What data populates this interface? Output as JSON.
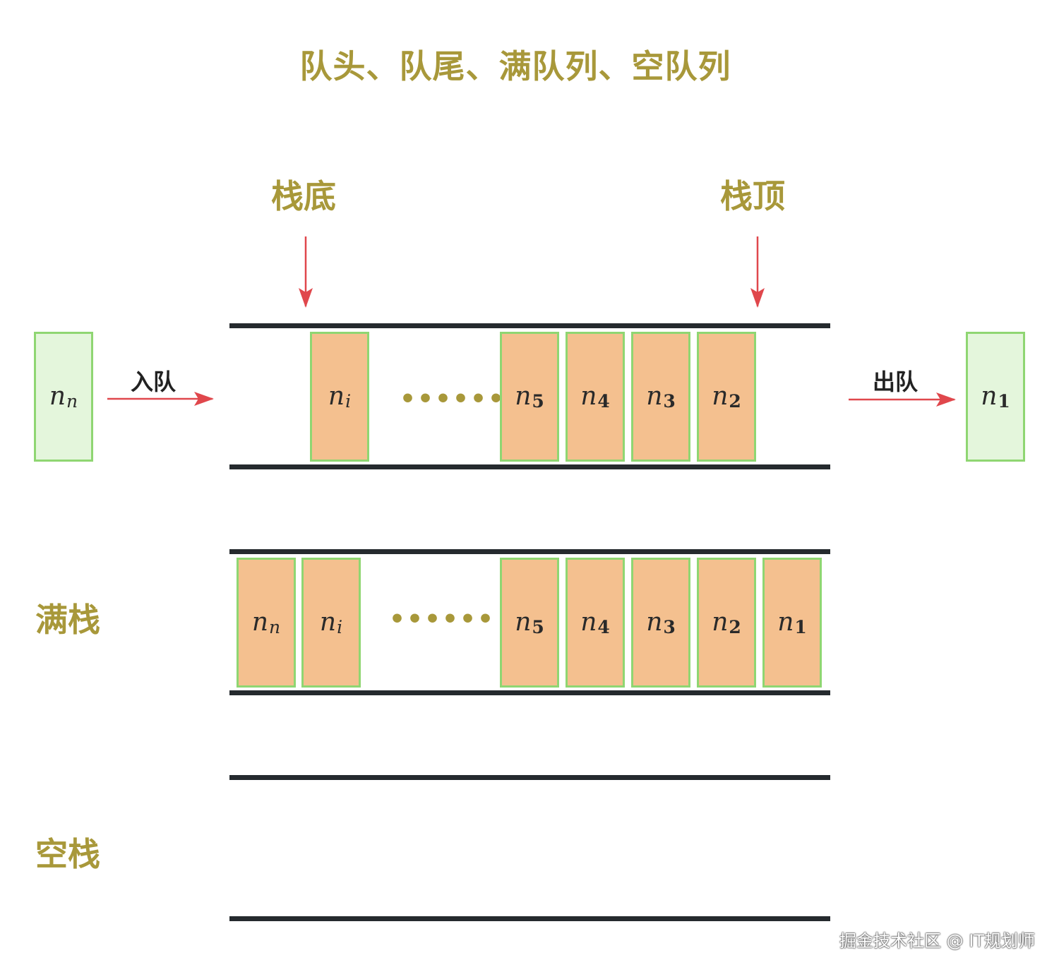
{
  "title": "队头、队尾、满队列、空队列",
  "pointers": {
    "bottom_label": "栈底",
    "top_label": "栈顶"
  },
  "operations": {
    "enqueue_label": "入队",
    "dequeue_label": "出队"
  },
  "queue": {
    "incoming": {
      "base": "n",
      "sub": "n"
    },
    "items": [
      {
        "base": "n",
        "sub": "i"
      },
      {
        "base": "n",
        "sub": "5"
      },
      {
        "base": "n",
        "sub": "4"
      },
      {
        "base": "n",
        "sub": "3"
      },
      {
        "base": "n",
        "sub": "2"
      }
    ],
    "outgoing": {
      "base": "n",
      "sub": "1"
    },
    "ellipsis": "••••••"
  },
  "full_stack": {
    "label": "满栈",
    "items": [
      {
        "base": "n",
        "sub": "n"
      },
      {
        "base": "n",
        "sub": "i"
      },
      {
        "base": "n",
        "sub": "5"
      },
      {
        "base": "n",
        "sub": "4"
      },
      {
        "base": "n",
        "sub": "3"
      },
      {
        "base": "n",
        "sub": "2"
      },
      {
        "base": "n",
        "sub": "1"
      }
    ],
    "ellipsis": "••••••"
  },
  "empty_stack": {
    "label": "空栈"
  },
  "watermark": "掘金技术社区 @ IT规划师",
  "colors": {
    "olive": "#a8983a",
    "orange_fill": "#f4c08f",
    "green_fill": "#e4f6dc",
    "green_border": "#8fd672",
    "arrow_red": "#e0474c",
    "rail": "#252a2e"
  }
}
